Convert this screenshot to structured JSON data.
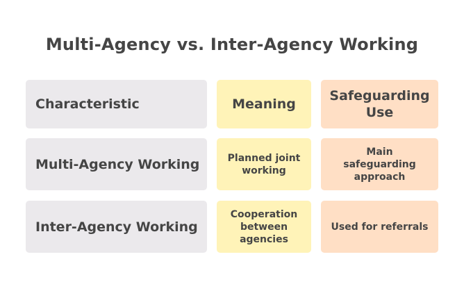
{
  "title": "Multi-Agency vs. Inter-Agency Working",
  "header": {
    "characteristic": "Characteristic",
    "meaning": "Meaning",
    "use": "Safeguarding Use"
  },
  "rows": [
    {
      "characteristic": "Multi-Agency Working",
      "meaning": "Planned joint working",
      "use": "Main safeguarding approach"
    },
    {
      "characteristic": "Inter-Agency Working",
      "meaning": "Cooperation between agencies",
      "use": "Used for referrals"
    }
  ],
  "colors": {
    "characteristic_bg": "#ebe9ec",
    "meaning_bg": "#fff3b8",
    "use_bg": "#ffdfc5"
  }
}
